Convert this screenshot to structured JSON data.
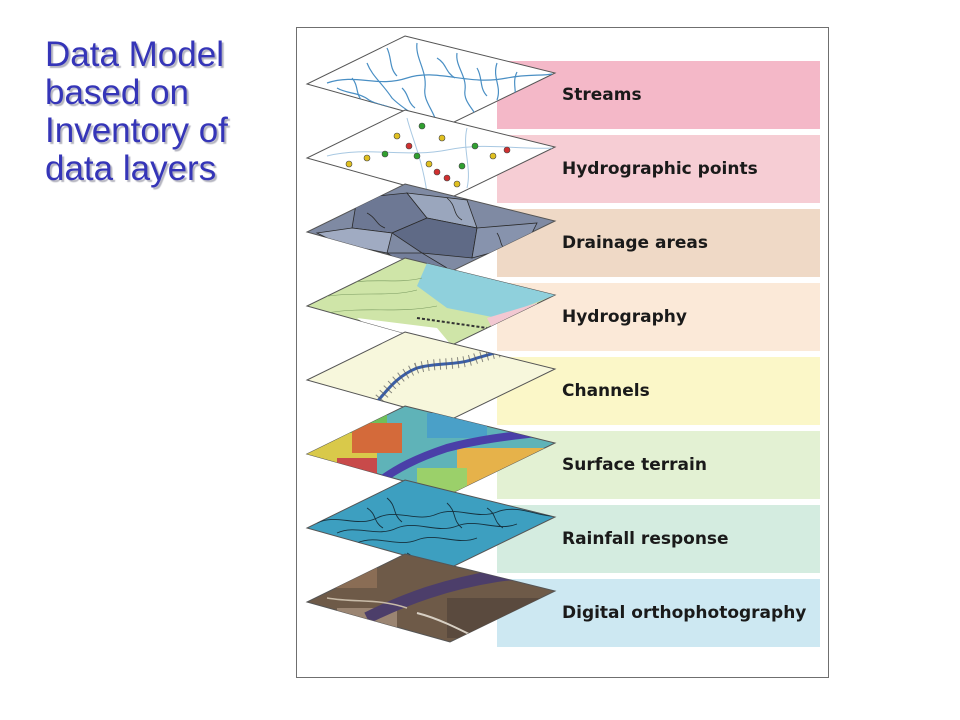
{
  "slide": {
    "title_lines": [
      "Data Model",
      "based on",
      "Inventory of",
      "data layers"
    ],
    "accent_color": "#3535b8"
  },
  "layers": [
    {
      "label": "Streams",
      "band_color": "#f4b8c8",
      "map_style": "stream-network"
    },
    {
      "label": "Hydrographic points",
      "band_color": "#f6cdd4",
      "map_style": "point-features"
    },
    {
      "label": "Drainage areas",
      "band_color": "#efd9c6",
      "map_style": "watershed-polygons"
    },
    {
      "label": "Hydrography",
      "band_color": "#fbe9d8",
      "map_style": "hydrography-map"
    },
    {
      "label": "Channels",
      "band_color": "#fbf7c8",
      "map_style": "channel-network"
    },
    {
      "label": "Surface terrain",
      "band_color": "#e3f1d3",
      "map_style": "terrain-grid"
    },
    {
      "label": "Rainfall response",
      "band_color": "#d4ece0",
      "map_style": "response-grid"
    },
    {
      "label": "Digital orthophotography",
      "band_color": "#cde8f2",
      "map_style": "aerial-photo"
    }
  ]
}
